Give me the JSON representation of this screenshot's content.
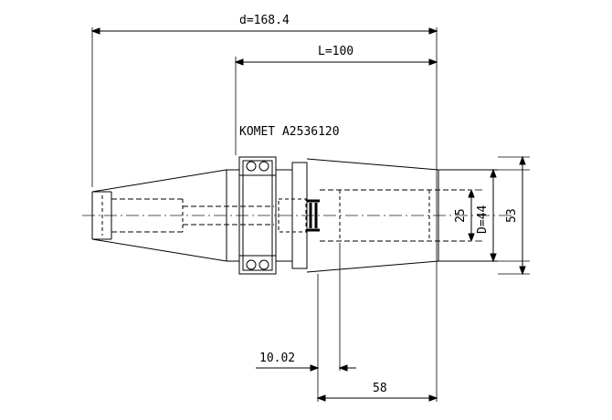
{
  "dimensions": {
    "overall_length": "d=168.4",
    "gauge_length": "L=100",
    "part_number": "KOMET A2536120",
    "bore_diameter": "25",
    "body_diameter": "D=44",
    "flange_diameter": "53",
    "offset": "10.02",
    "bore_depth": "58"
  },
  "colors": {
    "outline": "#000000",
    "dimension_line": "#000000",
    "centerline": "#555555"
  }
}
